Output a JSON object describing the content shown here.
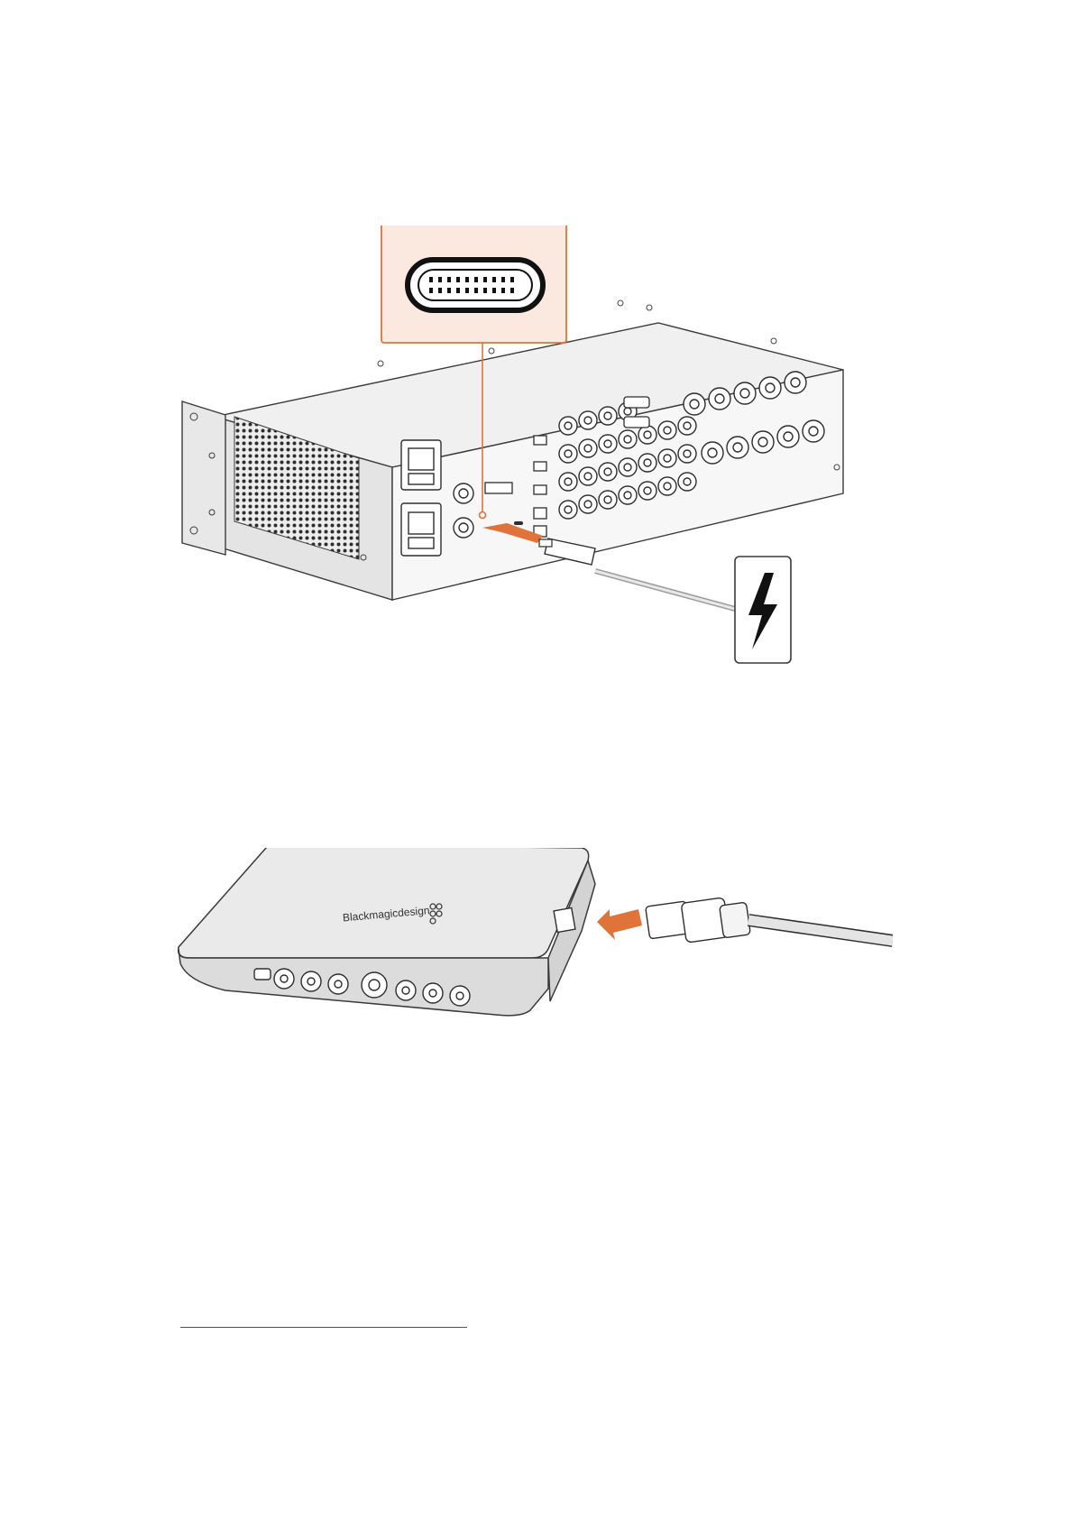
{
  "figure_top": {
    "device": "rack unit rear panel",
    "callout": "usb-c port",
    "arrow_color": "#e0733a",
    "callout_color": "#e0733a",
    "icon": "thunderbolt-icon"
  },
  "figure_bottom": {
    "device": "desktop unit",
    "logo_text": "Blackmagicdesign",
    "connector": "usb-b",
    "arrow_color": "#e0733a"
  },
  "footnote": {
    "rule_color": "#2a5b8c"
  }
}
